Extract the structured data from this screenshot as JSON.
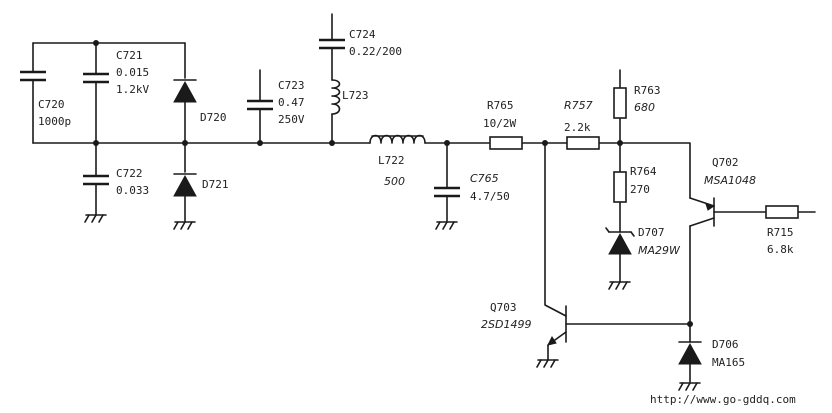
{
  "components": {
    "c720": {
      "ref": "C720",
      "value": "1000p"
    },
    "c721": {
      "ref": "C721",
      "value1": "0.015",
      "value2": "1.2kV"
    },
    "c722": {
      "ref": "C722",
      "value": "0.033"
    },
    "d720": {
      "ref": "D720"
    },
    "d721": {
      "ref": "D721"
    },
    "c723": {
      "ref": "C723",
      "value1": "0.47",
      "value2": "250V"
    },
    "c724": {
      "ref": "C724",
      "value": "0.22/200"
    },
    "l723": {
      "ref": "L723"
    },
    "l722": {
      "ref": "L722",
      "value": "500"
    },
    "c765": {
      "ref": "C765",
      "value": "4.7/50"
    },
    "r765": {
      "ref": "R765",
      "value": "10/2W"
    },
    "r757": {
      "ref": "R757",
      "value": "2.2k"
    },
    "r763": {
      "ref": "R763",
      "value": "680"
    },
    "r764": {
      "ref": "R764",
      "value": "270"
    },
    "d707": {
      "ref": "D707",
      "value": "MA29W"
    },
    "q702": {
      "ref": "Q702",
      "value": "MSA1048"
    },
    "r715": {
      "ref": "R715",
      "value": "6.8k"
    },
    "q703": {
      "ref": "Q703",
      "value": "2SD1499"
    },
    "d706": {
      "ref": "D706",
      "value": "MA165"
    }
  },
  "watermark": {
    "url": "http://www.go-gddq.com"
  }
}
